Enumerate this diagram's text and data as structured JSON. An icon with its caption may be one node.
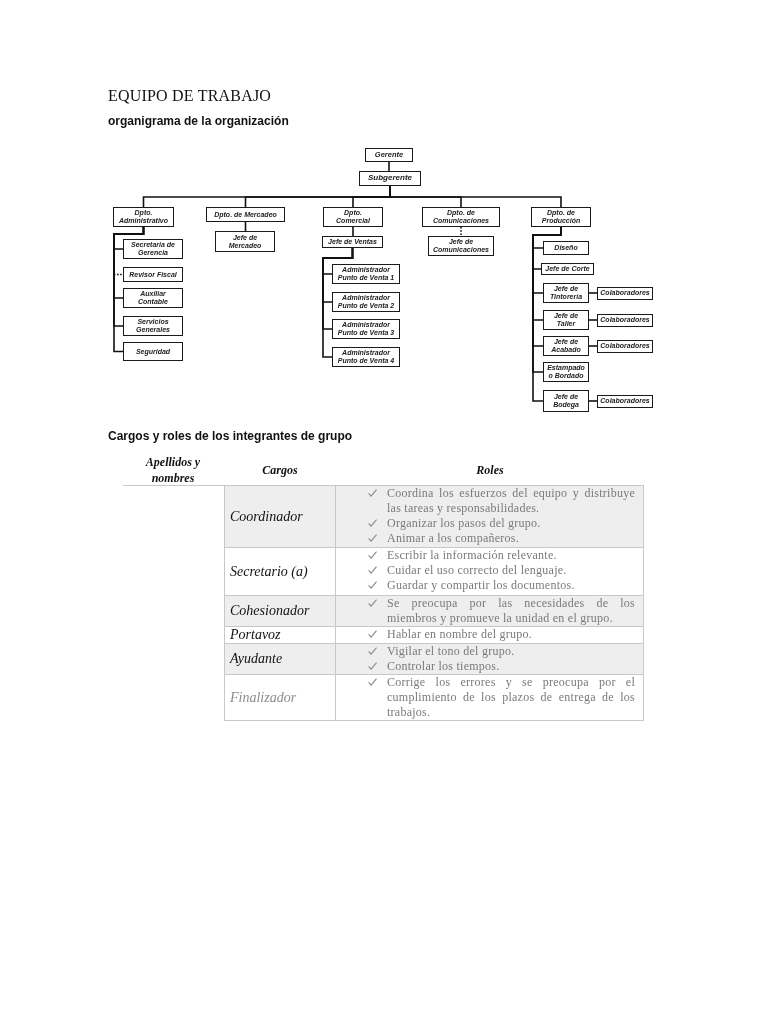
{
  "diagram": {
    "title": "EQUIPO DE TRABAJO",
    "nodes": [
      {
        "text": [
          "Gerente"
        ]
      },
      {
        "text": [
          "Subgerente"
        ]
      },
      {
        "text": [
          "Dpto. Administrativo"
        ]
      },
      {
        "text": [
          "Dpto. de Mercadeo"
        ]
      },
      {
        "text": [
          "Dpto. Comercial"
        ]
      },
      {
        "text": [
          "Dpto. de Comunicaciones"
        ]
      },
      {
        "text": [
          "Dpto. de Producción"
        ]
      },
      {
        "text": [
          "Secretaria de Gerencia"
        ]
      },
      {
        "text": [
          "Revisor Fiscal"
        ]
      },
      {
        "text": [
          "Auxiliar Contable"
        ]
      },
      {
        "text": [
          "Servicios Generales"
        ]
      },
      {
        "text": [
          "Seguridad"
        ]
      },
      {
        "text": [
          "Jefe de Mercadeo"
        ]
      },
      {
        "text": [
          "Jefe de Ventas"
        ]
      },
      {
        "text": [
          "Administrador Punto de Venta 1"
        ]
      },
      {
        "text": [
          "Administrador Punto de Venta 2"
        ]
      },
      {
        "text": [
          "Administrador Punto de Venta 3"
        ]
      },
      {
        "text": [
          "Administrador Punto de Venta 4"
        ]
      },
      {
        "text": [
          "Jefe de Comunicaciones"
        ]
      },
      {
        "text": [
          "Diseño"
        ]
      },
      {
        "text": [
          "Jefe de Corte"
        ]
      },
      {
        "text": [
          "Jefe de Tintorería"
        ]
      },
      {
        "text": [
          "Colaboradores"
        ]
      },
      {
        "text": [
          "Jefe de Taller"
        ]
      },
      {
        "text": [
          "Colaboradores"
        ]
      },
      {
        "text": [
          "Jefe de Acabado"
        ]
      },
      {
        "text": [
          "Colaboradores"
        ]
      },
      {
        "text": [
          "Estampado o Bordado"
        ]
      },
      {
        "text": [
          "Jefe de Bodega"
        ]
      },
      {
        "text": [
          "Colaboradores"
        ]
      }
    ],
    "edges": [
      {
        "from": 0,
        "to": 1,
        "arrow": "none"
      },
      {
        "from": 1,
        "to": 2,
        "arrow": "none"
      },
      {
        "from": 1,
        "to": 3,
        "arrow": "none"
      },
      {
        "from": 1,
        "to": 4,
        "arrow": "none"
      },
      {
        "from": 1,
        "to": 5,
        "arrow": "none"
      },
      {
        "from": 1,
        "to": 6,
        "arrow": "none"
      },
      {
        "from": 2,
        "to": 7,
        "arrow": "none"
      },
      {
        "from": 2,
        "to": 8,
        "arrow": "none",
        "style": "dashed"
      },
      {
        "from": 2,
        "to": 9,
        "arrow": "none"
      },
      {
        "from": 2,
        "to": 10,
        "arrow": "none"
      },
      {
        "from": 2,
        "to": 11,
        "arrow": "none"
      },
      {
        "from": 3,
        "to": 12,
        "arrow": "none"
      },
      {
        "from": 4,
        "to": 13,
        "arrow": "none"
      },
      {
        "from": 13,
        "to": 14,
        "arrow": "none"
      },
      {
        "from": 13,
        "to": 15,
        "arrow": "none"
      },
      {
        "from": 13,
        "to": 16,
        "arrow": "none"
      },
      {
        "from": 13,
        "to": 17,
        "arrow": "none"
      },
      {
        "from": 5,
        "to": 18,
        "arrow": "none",
        "style": "dashed"
      },
      {
        "from": 6,
        "to": 19,
        "arrow": "none"
      },
      {
        "from": 6,
        "to": 20,
        "arrow": "none"
      },
      {
        "from": 6,
        "to": 21,
        "arrow": "none"
      },
      {
        "from": 6,
        "to": 23,
        "arrow": "none"
      },
      {
        "from": 6,
        "to": 25,
        "arrow": "none"
      },
      {
        "from": 6,
        "to": 27,
        "arrow": "none"
      },
      {
        "from": 6,
        "to": 28,
        "arrow": "none"
      },
      {
        "from": 21,
        "to": 22,
        "arrow": "none"
      },
      {
        "from": 23,
        "to": 24,
        "arrow": "none"
      },
      {
        "from": 25,
        "to": 26,
        "arrow": "none"
      },
      {
        "from": 28,
        "to": 29,
        "arrow": "none"
      }
    ],
    "labels": [
      "organigrama de la organización",
      "Cargos y roles de los integrantes de grupo",
      "Apellidos y nombres",
      "Cargos",
      "Roles",
      "Coordinador",
      "Coordina los esfuerzos del equipo y distribuye las tareas y responsabilidades.",
      "Organizar los pasos del grupo.",
      "Animar a los compañeros.",
      "Secretario (a)",
      "Escribir la información relevante.",
      "Cuidar el uso correcto del lenguaje.",
      "Guardar y compartir los documentos.",
      "Cohesionador",
      "Se preocupa por las necesidades de los miembros y promueve la unidad en el grupo.",
      "Portavoz",
      "Hablar en nombre del grupo.",
      "Ayudante",
      "Vigilar el tono del grupo.",
      "Controlar los tiempos.",
      "Finalizador",
      "Corrige los errores y se preocupa por el cumplimiento de los plazos de entrega de los trabajos."
    ]
  }
}
